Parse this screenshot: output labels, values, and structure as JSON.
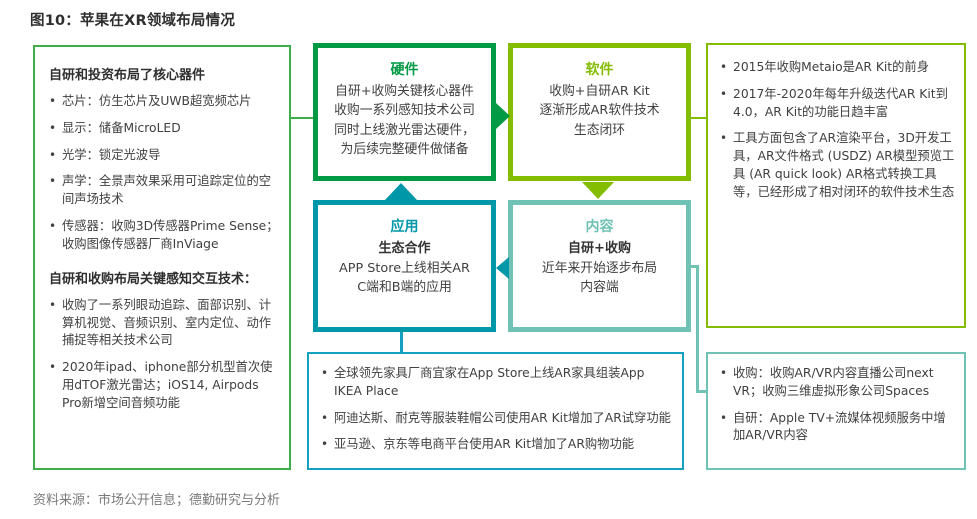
{
  "figure": {
    "title": "图10：苹果在XR领域布局情况",
    "source": "资料来源：市场公开信息；德勤研究与分析"
  },
  "colors": {
    "hardware_green": "#009A44",
    "software_green": "#84BD00",
    "application_teal": "#0097A9",
    "content_seafoam": "#6FC2B4",
    "left_panel_green": "#3DAE49",
    "application_detail_teal": "#14A0BE",
    "body_text": "#404040",
    "source_text": "#7A7A7A"
  },
  "left_panel": {
    "section1": {
      "header": "自研和投资布局了核心器件",
      "bullets": [
        "芯片：仿生芯片及UWB超宽频芯片",
        "显示：储备MicroLED",
        "光学：锁定光波导",
        "声学：全景声效果采用可追踪定位的空间声场技术",
        "传感器：收购3D传感器Prime Sense；收购图像传感器厂商InViage"
      ]
    },
    "section2": {
      "header": "自研和收购布局关键感知交互技术：",
      "bullets": [
        "收购了一系列眼动追踪、面部识别、计算机视觉、音频识别、室内定位、动作捕捉等相关技术公司",
        "2020年ipad、iphone部分机型首次使用dTOF激光雷达；iOS14, Airpods Pro新增空间音频功能"
      ]
    }
  },
  "flow": {
    "hardware": {
      "title": "硬件",
      "lines": [
        "自研+收购关键核心器件",
        "收购一系列感知技术公司",
        "同时上线激光雷达硬件，",
        "为后续完整硬件做储备"
      ]
    },
    "software": {
      "title": "软件",
      "lines": [
        "收购+自研AR Kit",
        "逐渐形成AR软件技术",
        "生态闭环"
      ]
    },
    "application": {
      "title": "应用",
      "subtitle": "生态合作",
      "lines": [
        "APP Store上线相关AR",
        "C端和B端的应用"
      ]
    },
    "content": {
      "title": "内容",
      "subtitle": "自研+收购",
      "lines": [
        "近年来开始逐步布局",
        "内容端"
      ]
    }
  },
  "software_detail": {
    "bullets": [
      "2015年收购Metaio是AR Kit的前身",
      "2017年-2020年每年升级迭代AR Kit到4.0，AR Kit的功能日趋丰富",
      "工具方面包含了AR渲染平台，3D开发工具，AR文件格式 (USDZ) AR模型预览工具 (AR quick look) AR格式转换工具等，已经形成了相对闭环的软件技术生态"
    ]
  },
  "application_detail": {
    "bullets": [
      "全球领先家具厂商宜家在App Store上线AR家具组装App IKEA Place",
      "阿迪达斯、耐克等服装鞋帽公司使用AR Kit增加了AR试穿功能",
      "亚马逊、京东等电商平台使用AR Kit增加了AR购物功能"
    ]
  },
  "content_detail": {
    "bullets": [
      "收购：收购AR/VR内容直播公司next VR；收购三维虚拟形象公司Spaces",
      "自研：Apple TV+流媒体视频服务中增加AR/VR内容"
    ]
  }
}
